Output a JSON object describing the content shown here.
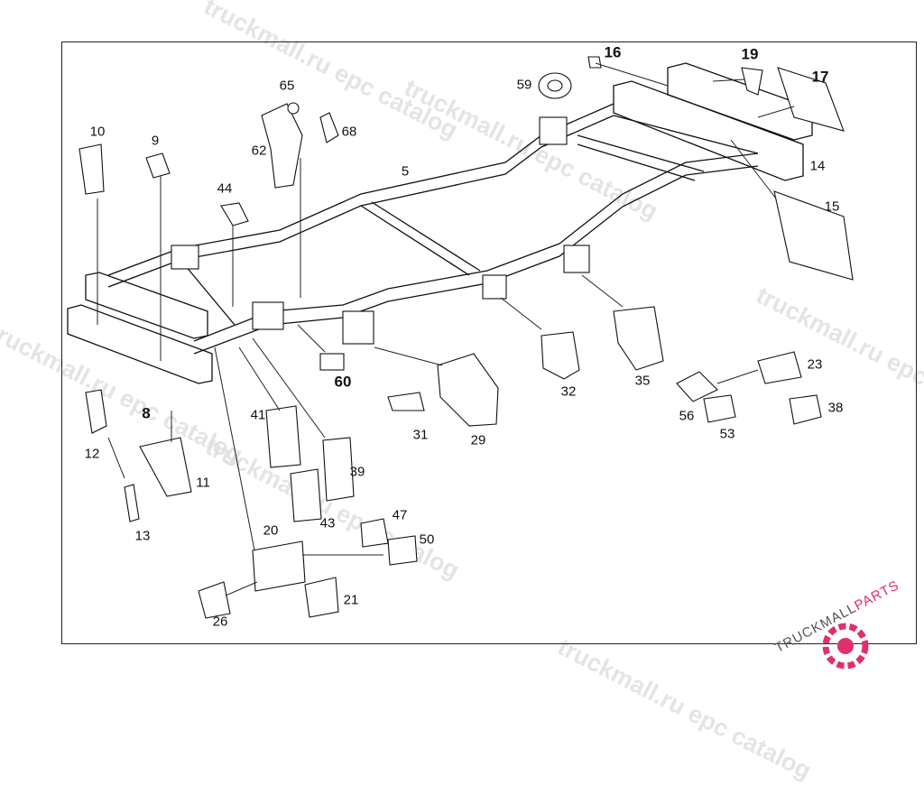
{
  "watermark": "truckmall.ru epc catalog",
  "logo": {
    "text_dark": "TRUCKMALL",
    "text_accent": "PARTS",
    "accent_color": "#e0306a"
  },
  "callouts": [
    {
      "id": "5",
      "label": "5"
    },
    {
      "id": "8",
      "label": "8"
    },
    {
      "id": "9",
      "label": "9"
    },
    {
      "id": "10",
      "label": "10"
    },
    {
      "id": "11",
      "label": "11"
    },
    {
      "id": "12",
      "label": "12"
    },
    {
      "id": "13",
      "label": "13"
    },
    {
      "id": "14",
      "label": "14"
    },
    {
      "id": "15",
      "label": "15"
    },
    {
      "id": "16",
      "label": "16"
    },
    {
      "id": "17",
      "label": "17"
    },
    {
      "id": "19",
      "label": "19"
    },
    {
      "id": "20",
      "label": "20"
    },
    {
      "id": "21",
      "label": "21"
    },
    {
      "id": "23",
      "label": "23"
    },
    {
      "id": "26",
      "label": "26"
    },
    {
      "id": "29",
      "label": "29"
    },
    {
      "id": "31",
      "label": "31"
    },
    {
      "id": "32",
      "label": "32"
    },
    {
      "id": "35",
      "label": "35"
    },
    {
      "id": "38",
      "label": "38"
    },
    {
      "id": "39",
      "label": "39"
    },
    {
      "id": "41",
      "label": "41"
    },
    {
      "id": "43",
      "label": "43"
    },
    {
      "id": "44",
      "label": "44"
    },
    {
      "id": "47",
      "label": "47"
    },
    {
      "id": "50",
      "label": "50"
    },
    {
      "id": "53",
      "label": "53"
    },
    {
      "id": "56",
      "label": "56"
    },
    {
      "id": "59",
      "label": "59"
    },
    {
      "id": "60",
      "label": "60"
    },
    {
      "id": "62",
      "label": "62"
    },
    {
      "id": "65",
      "label": "65"
    },
    {
      "id": "68",
      "label": "68"
    }
  ]
}
